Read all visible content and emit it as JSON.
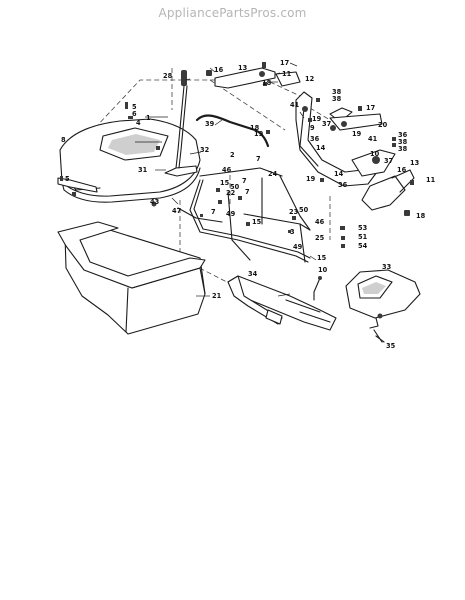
{
  "watermark": "AppliancePartsPros.com",
  "callouts": [
    {
      "id": "c17a",
      "num": "17"
    },
    {
      "id": "c13a",
      "num": "13"
    },
    {
      "id": "c16a",
      "num": "16"
    },
    {
      "id": "c11a",
      "num": "11"
    },
    {
      "id": "c12",
      "num": "12"
    },
    {
      "id": "c18a",
      "num": "18"
    },
    {
      "id": "c28",
      "num": "28"
    },
    {
      "id": "c41a",
      "num": "41"
    },
    {
      "id": "c38a",
      "num": "38"
    },
    {
      "id": "c38b",
      "num": "38"
    },
    {
      "id": "c17b",
      "num": "17"
    },
    {
      "id": "c5a",
      "num": "5"
    },
    {
      "id": "c6",
      "num": "6"
    },
    {
      "id": "c4",
      "num": "4"
    },
    {
      "id": "c1",
      "num": "1"
    },
    {
      "id": "c39",
      "num": "39"
    },
    {
      "id": "c19a",
      "num": "19"
    },
    {
      "id": "c37a",
      "num": "37"
    },
    {
      "id": "c20",
      "num": "20"
    },
    {
      "id": "c18b",
      "num": "18"
    },
    {
      "id": "c19b",
      "num": "19"
    },
    {
      "id": "c36a",
      "num": "36"
    },
    {
      "id": "c38c",
      "num": "38"
    },
    {
      "id": "c9",
      "num": "9"
    },
    {
      "id": "c19c",
      "num": "19"
    },
    {
      "id": "c41b",
      "num": "41"
    },
    {
      "id": "c36b",
      "num": "36"
    },
    {
      "id": "c38d",
      "num": "38"
    },
    {
      "id": "c8",
      "num": "8"
    },
    {
      "id": "c32",
      "num": "32"
    },
    {
      "id": "c14a",
      "num": "14"
    },
    {
      "id": "c10",
      "num": "10"
    },
    {
      "id": "c37b",
      "num": "37"
    },
    {
      "id": "c2",
      "num": "2"
    },
    {
      "id": "c7a",
      "num": "7"
    },
    {
      "id": "c31",
      "num": "31"
    },
    {
      "id": "c24",
      "num": "24"
    },
    {
      "id": "c13b",
      "num": "13"
    },
    {
      "id": "c16b",
      "num": "16"
    },
    {
      "id": "c11b",
      "num": "11"
    },
    {
      "id": "c19d",
      "num": "19"
    },
    {
      "id": "c14b",
      "num": "14"
    },
    {
      "id": "c36c",
      "num": "36"
    },
    {
      "id": "c46a",
      "num": "46"
    },
    {
      "id": "c5b",
      "num": "5"
    },
    {
      "id": "c50a",
      "num": "50"
    },
    {
      "id": "c15a",
      "num": "15"
    },
    {
      "id": "c22",
      "num": "22"
    },
    {
      "id": "c7b",
      "num": "7"
    },
    {
      "id": "c7c",
      "num": "7"
    },
    {
      "id": "c43",
      "num": "43"
    },
    {
      "id": "c18c",
      "num": "18"
    },
    {
      "id": "c47",
      "num": "47"
    },
    {
      "id": "c7d",
      "num": "7"
    },
    {
      "id": "c49a",
      "num": "49"
    },
    {
      "id": "c15b",
      "num": "15"
    },
    {
      "id": "c23",
      "num": "23"
    },
    {
      "id": "c50b",
      "num": "50"
    },
    {
      "id": "c3",
      "num": "3"
    },
    {
      "id": "c46b",
      "num": "46"
    },
    {
      "id": "c53",
      "num": "53"
    },
    {
      "id": "c25",
      "num": "25"
    },
    {
      "id": "c49b",
      "num": "49"
    },
    {
      "id": "c51",
      "num": "51"
    },
    {
      "id": "c54",
      "num": "54"
    },
    {
      "id": "c15c",
      "num": "15"
    },
    {
      "id": "c33",
      "num": "33"
    },
    {
      "id": "c34",
      "num": "34"
    },
    {
      "id": "c21",
      "num": "21"
    },
    {
      "id": "c10b",
      "num": "10"
    },
    {
      "id": "c35",
      "num": "35"
    }
  ]
}
